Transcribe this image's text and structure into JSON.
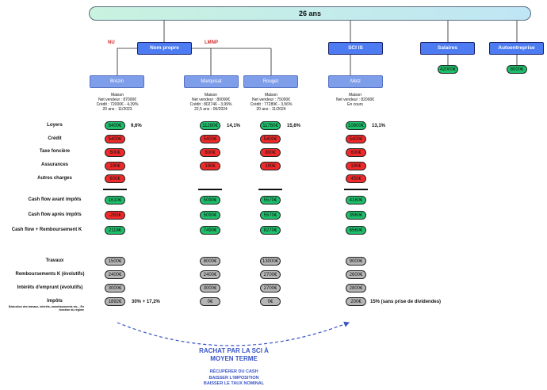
{
  "banner": {
    "title": "26 ans"
  },
  "tags": {
    "nu": "NU",
    "lmnp": "LMNP"
  },
  "groups": {
    "nom_propre": "Nom propre",
    "sci_is": "SCI IS",
    "salaires": "Salaires",
    "autoentreprise": "Autoentreprise"
  },
  "income": {
    "salaires_value": "42000€",
    "autoentreprise_value": "8000€"
  },
  "properties": [
    {
      "name": "Brézin",
      "desc": [
        "Maison",
        "Net vendeur : 87000€",
        "Crédit : 72000€ - 4,39%",
        "20 ans - 11/2023"
      ]
    },
    {
      "name": "Marquisat",
      "desc": [
        "Maison",
        "Net vendeur : 80000€",
        "Crédit : 802746 - 3,99%",
        "22,5 ans - 06/2024"
      ]
    },
    {
      "name": "Rouget",
      "desc": [
        "Maison",
        "Net vendeur : 75000€",
        "Crédit : 77289€ - 3,56%",
        "20 ans - 11/2024"
      ]
    },
    {
      "name": "Metz",
      "desc": [
        "Maison",
        "Net vendeur : 82000€",
        "En cours"
      ]
    }
  ],
  "rows": {
    "loyers": "Loyers",
    "credit": "Crédit",
    "taxe_fonciere": "Taxe foncière",
    "assurances": "Assurances",
    "autres_charges": "Autres charges",
    "cf_avant": "Cash flow avant impôts",
    "cf_apres": "Cash flow après impôts",
    "cf_remb": "Cash flow  + Remboursement K",
    "travaux": "Travaux",
    "remboursements": "Remboursements K (évolutifs)",
    "interets": "Intérêts d'emprunt (évolutifs)",
    "impots": "Impôts",
    "impots_note": "Déduction des travaux, intérêts, amortissements etc... En fonction du régime"
  },
  "values": {
    "brezin": {
      "loyers": "8400€",
      "loyers_pct": "9,6%",
      "credit": "5400€",
      "taxe": "600€",
      "assurances": "190€",
      "autres": "600€",
      "cf_avant": "1610€",
      "cf_apres": "-282€",
      "cf_remb": "2118€",
      "travaux": "1500€",
      "remb": "2400€",
      "interets": "3000€",
      "impots": "1892€",
      "impots_note": "30% + 17,2%"
    },
    "marquisat": {
      "loyers": "11280€",
      "loyers_pct": "14,1%",
      "credit": "5400€",
      "taxe": "600€",
      "assurances": "190€",
      "cf_avant": "5090€",
      "cf_apres": "5090€",
      "cf_remb": "7490€",
      "travaux": "8000€",
      "remb": "2400€",
      "interets": "3000€",
      "impots": "0€"
    },
    "rouget": {
      "loyers": "11760€",
      "loyers_pct": "15,6%",
      "credit": "5400€",
      "taxe": "800€",
      "assurances": "190€",
      "cf_avant": "5570€",
      "cf_apres": "5570€",
      "cf_remb": "8270€",
      "travaux": "13000€",
      "remb": "2700€",
      "interets": "2700€",
      "impots": "0€"
    },
    "metz": {
      "loyers": "10800€",
      "loyers_pct": "13,1%",
      "credit": "5400€",
      "taxe": "600€",
      "assurances": "190€",
      "autres": "450€",
      "cf_avant": "4160€",
      "cf_apres": "3960€",
      "cf_remb": "6560€",
      "travaux": "9000€",
      "remb": "2600€",
      "interets": "2800€",
      "impots": "200€",
      "impots_note": "15% (sans prise de dividendes)"
    }
  },
  "conclusion": {
    "title_line1": "RACHAT PAR LA SCI À",
    "title_line2": "MOYEN TERME",
    "items": [
      "RÉCUPÉRER DU CASH",
      "BAISSER L'IMPOSITION",
      "BAISSER LE TAUX NOMINAL"
    ]
  },
  "colors": {
    "positive": "#1ebf6b",
    "negative": "#f02a2a",
    "neutral": "#b5b5b5",
    "box_dark": "#4d7cf2",
    "box_light": "#7f9eea",
    "accent_text": "#3a55c8"
  }
}
